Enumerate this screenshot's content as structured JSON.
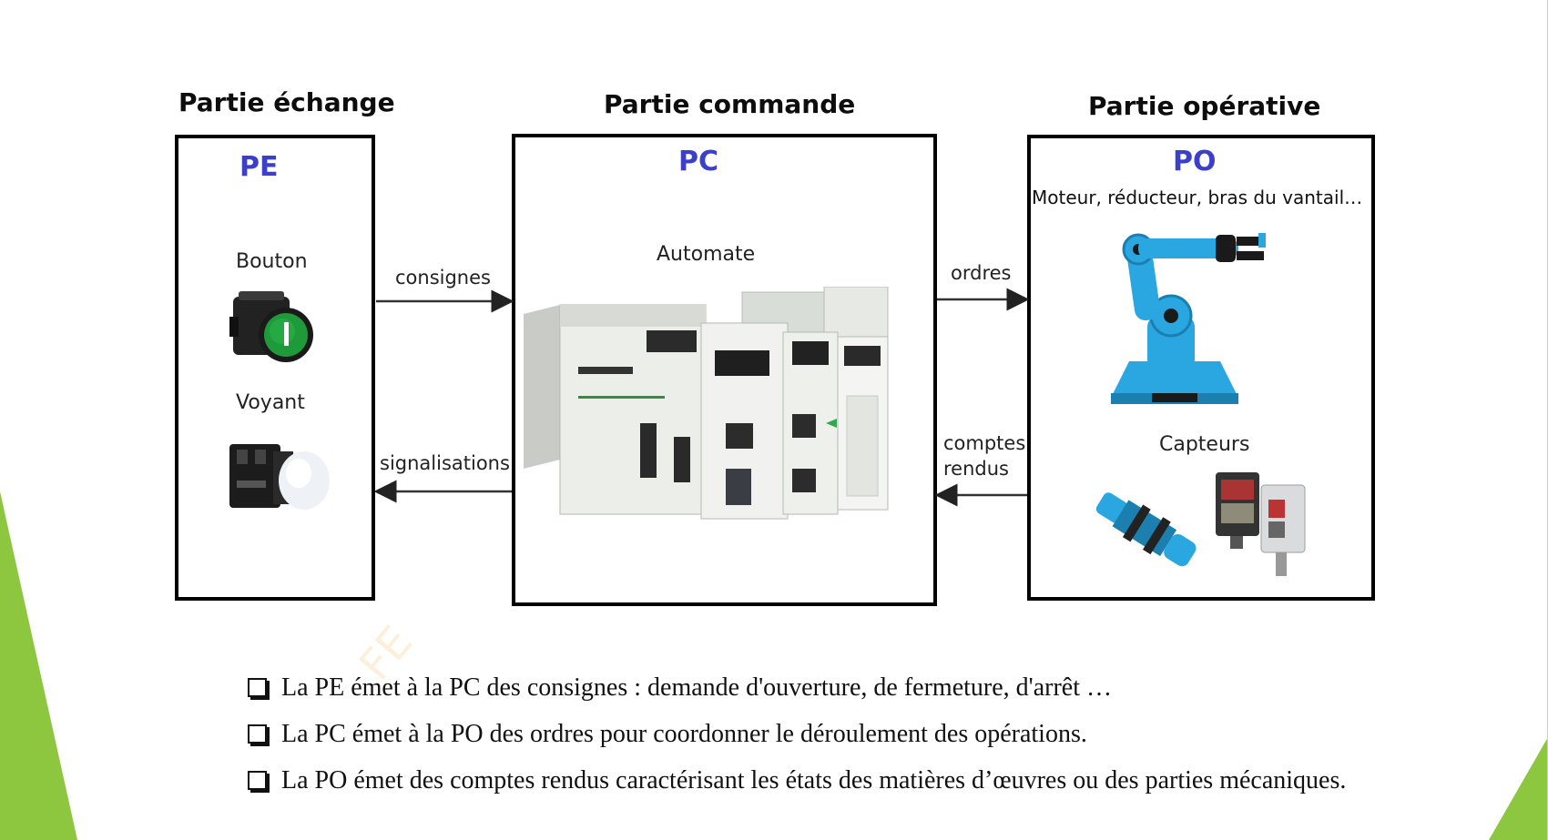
{
  "sections": {
    "pe": {
      "title": "Partie échange",
      "code": "PE",
      "items": [
        "Bouton",
        "Voyant"
      ]
    },
    "pc": {
      "title": "Partie commande",
      "code": "PC",
      "items": [
        "Automate"
      ]
    },
    "po": {
      "title": "Partie opérative",
      "code": "PO",
      "description": "Moteur, réducteur, bras du vantail…",
      "items": [
        "Capteurs"
      ]
    }
  },
  "arrows": {
    "consignes": "consignes",
    "signalisations": "signalisations",
    "ordres": "ordres",
    "comptes_rendus_1": "comptes",
    "comptes_rendus_2": "rendus"
  },
  "bullets": [
    "La PE émet à la PC des consignes : demande d'ouverture, de fermeture, d'arrêt …",
    "La PC émet à la PO des ordres pour coordonner le déroulement des opérations.",
    "La PO émet des comptes rendus caractérisant les états des matières d’œuvres ou des parties mécaniques."
  ],
  "colors": {
    "code_blue": "#3b3fc9",
    "accent_green": "#8dc63f",
    "robot_blue": "#2aa7e0",
    "button_green": "#1f9a3a"
  },
  "icons": [
    "push-button-icon",
    "indicator-light-icon",
    "plc-automate-icon",
    "robot-arm-icon",
    "sensors-icon"
  ]
}
